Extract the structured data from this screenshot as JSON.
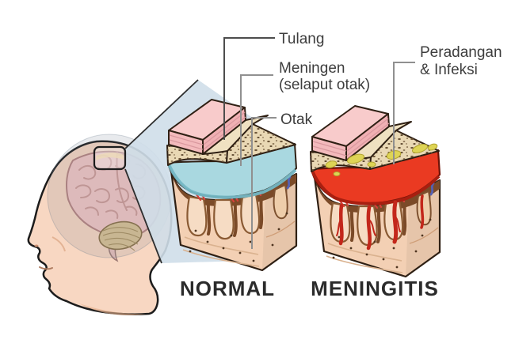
{
  "figure": {
    "description": "Medical diagram comparing a normal brain/skull cross-section with meningitis",
    "language": "Indonesian"
  },
  "labels": {
    "tulang": "Tulang",
    "meningen_line1": "Meningen",
    "meningen_line2": "(selaput otak)",
    "otak": "Otak",
    "peradangan_line1": "Peradangan",
    "peradangan_line2": "& Infeksi"
  },
  "captions": {
    "normal": "NORMAL",
    "meningitis": "MENINGITIS"
  },
  "colors": {
    "meninges_healthy": "#a9d8e0",
    "meninges_inflamed": "#ea3a22",
    "pus": "#ded455",
    "bone": "#e9d8b4",
    "skin_slab": "#f8cbcb",
    "brain_tissue": "#f3d0b4",
    "head_skin": "#f8d7c2",
    "brain_pink": "#f2c6c4",
    "label_text": "#3d3d3d",
    "caption_text": "#2b2b2b",
    "leader_line": "#909090",
    "leader_line_dark": "#4d4d4d"
  }
}
